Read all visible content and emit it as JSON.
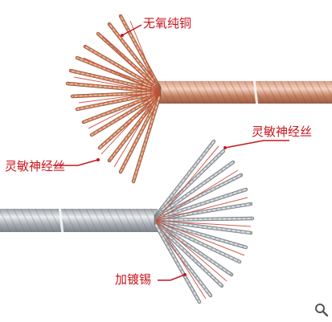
{
  "labels": {
    "oxygen_free_copper": "无氧纯铜",
    "flexible_strands_upper": "灵敏神经丝",
    "flexible_strands_lower": "灵敏神经丝",
    "tinned": "加镀锡"
  },
  "colors": {
    "label_red": "#c8161d",
    "copper": "#c87d5a",
    "copper_dark": "#8a4a30",
    "copper_light": "#f0c1a6",
    "tin": "#a9aeb3",
    "tin_dark": "#6d7378",
    "tin_light": "#e8eaec",
    "thin_strand_red": "#d04a3a"
  },
  "icons": {
    "zoom": "magnifier-icon"
  }
}
